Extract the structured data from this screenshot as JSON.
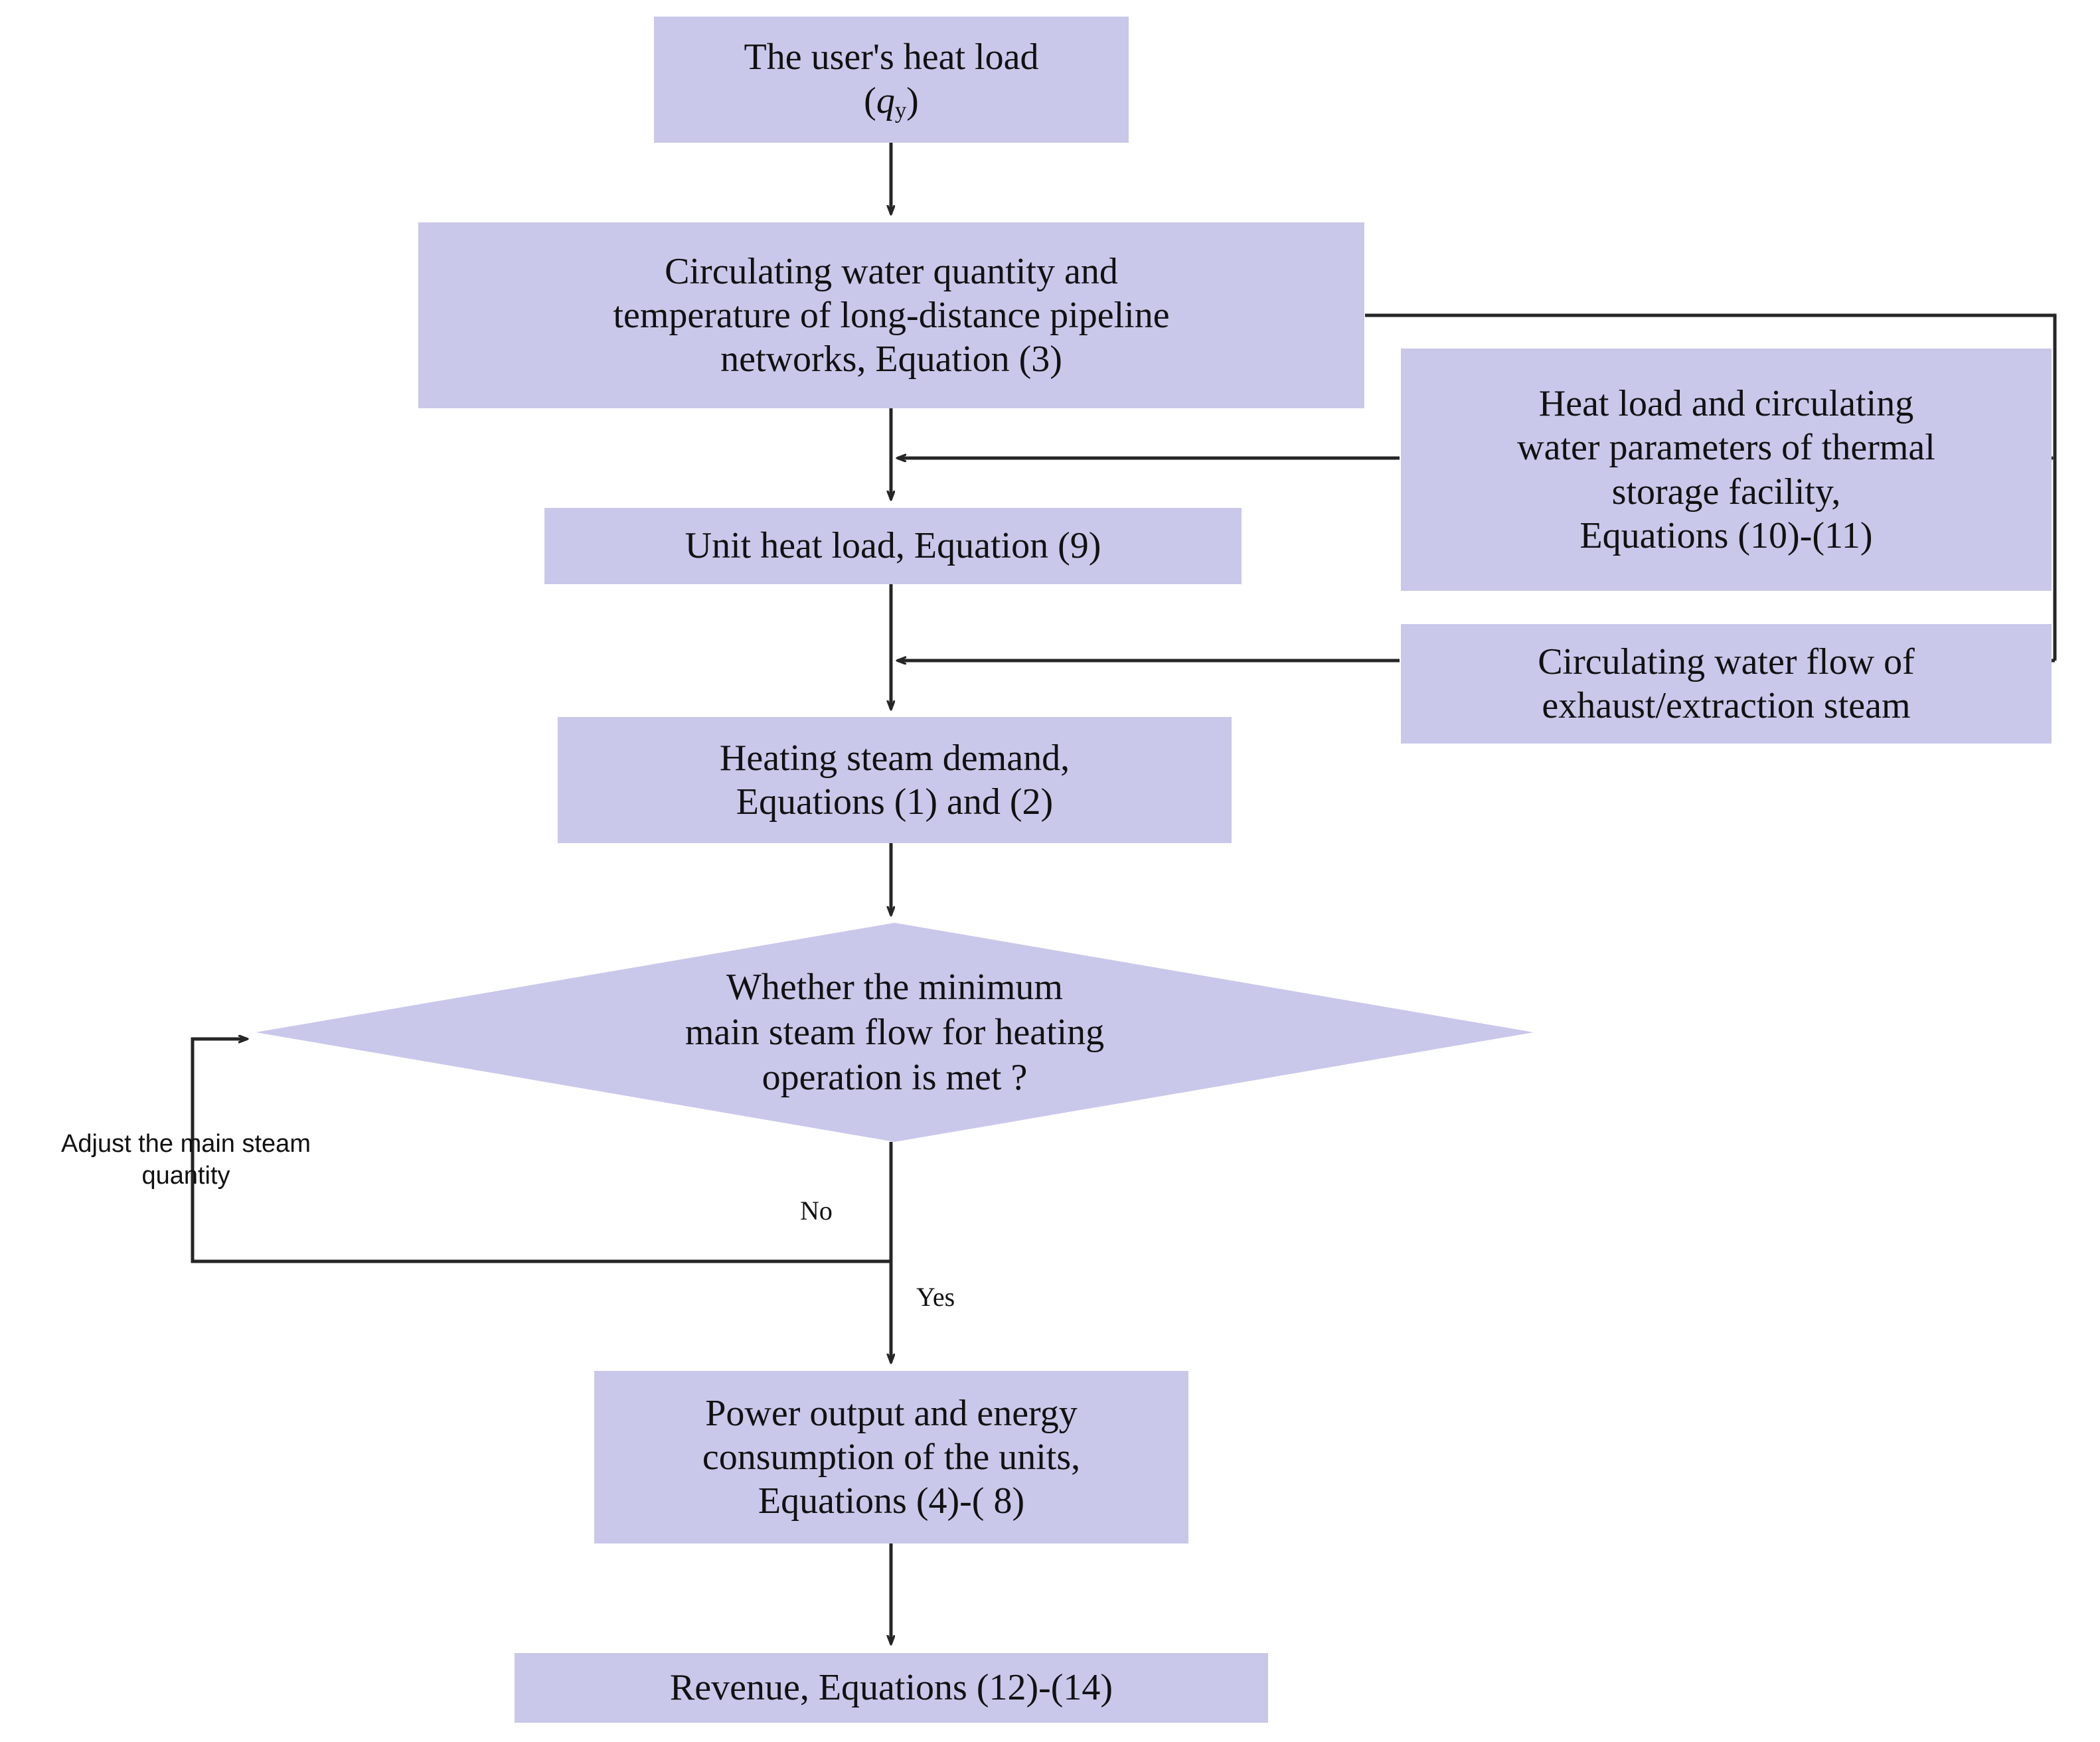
{
  "diagram": {
    "title": "Heating unit operation and revenue calculation flowchart",
    "accent_fill": "#c9c8ea",
    "line_color": "#262626",
    "text_color": "#111111",
    "nodes": {
      "user_heat_load": {
        "line1": "The user's heat load",
        "line2": "(q",
        "sub": "y",
        "line2_end": ")"
      },
      "circulating_water": "Circulating water quantity and\ntemperature of long-distance pipeline\nnetworks, Equation (3)",
      "unit_heat_load": "Unit heat load, Equation (9)",
      "heating_steam_demand": "Heating steam demand,\nEquations (1) and (2)",
      "decision": "Whether the minimum\nmain steam flow for heating\noperation is met ?",
      "power_output": "Power output and energy\nconsumption of the units,\nEquations (4)-( 8)",
      "revenue": "Revenue, Equations (12)-(14)",
      "thermal_storage": "Heat load and circulating\nwater parameters of thermal\nstorage facility,\nEquations (10)-(11)",
      "exhaust_steam": "Circulating water flow of\nexhaust/extraction steam"
    },
    "edge_labels": {
      "no": "No",
      "yes": "Yes",
      "adjust_loop": "Adjust the main steam\nquantity"
    }
  }
}
